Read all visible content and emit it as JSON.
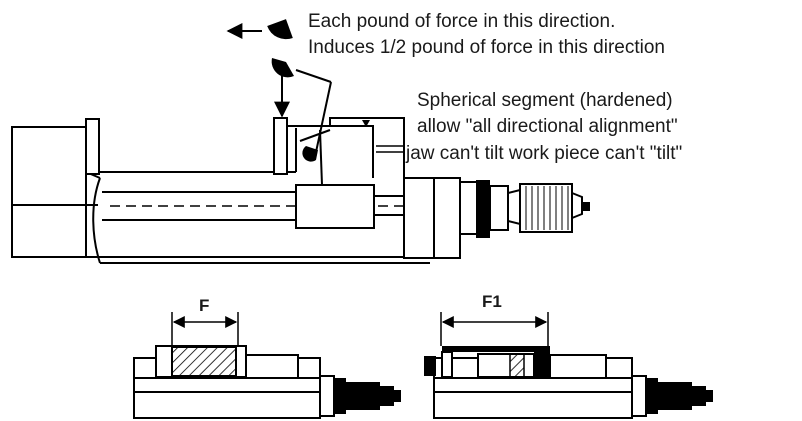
{
  "annotations": {
    "force_line_1": "Each pound of force in this direction.",
    "force_line_2": "Induces 1/2 pound of force in this direction",
    "segment_line_1": "Spherical segment (hardened)",
    "segment_line_2": "allow \"all directional alignment\"",
    "segment_line_3": "jaw can't tilt work piece can't \"tilt\""
  },
  "dimensions": {
    "left_label": "F",
    "right_label": "F1"
  },
  "colors": {
    "ink": "#000000",
    "paper": "#ffffff"
  }
}
